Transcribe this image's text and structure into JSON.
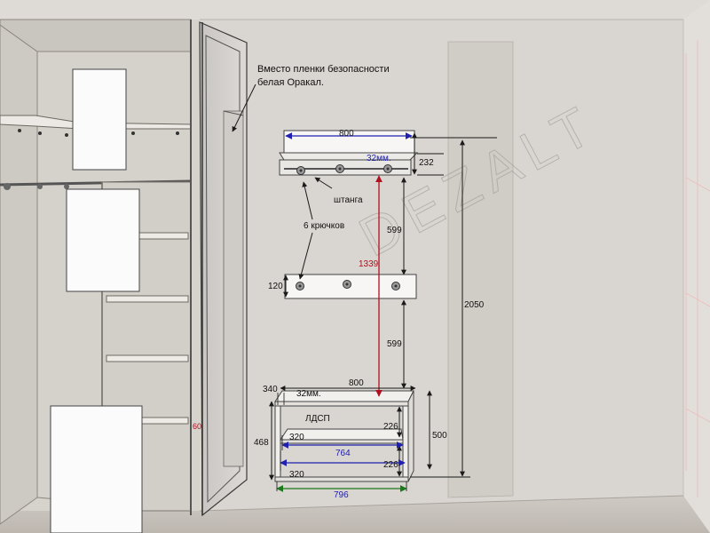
{
  "annotation": {
    "film_line1": "Вместо пленки безопасности",
    "film_line2": "белая Оракал.",
    "rod": "штанга",
    "hooks": "6 крючков",
    "material": "ЛДСП"
  },
  "dimensions": {
    "shelf_width": "800",
    "shelf_thickness": "32мм.",
    "shelf_height": "232",
    "gap_top": "599",
    "rail_height": "120",
    "gap_bottom": "599",
    "hook_height": "1339",
    "total_height": "2050",
    "bench_depth": "340",
    "bench_thickness": "32мм.",
    "bench_width": "800",
    "bench_height_left": "468",
    "bench_height_right": "500",
    "shelf_depth_1": "320",
    "shelf_depth_2": "320",
    "shelf_gap_1": "226",
    "shelf_gap_2": "226",
    "inner_width": "764",
    "outer_width": "796",
    "side_mark": "60"
  },
  "watermark": "DEZALT",
  "colors": {
    "dimension_blue": "#2020b0",
    "dimension_red": "#b01020",
    "dimension_green": "#1a7a1a",
    "line": "#1a1a1a"
  }
}
